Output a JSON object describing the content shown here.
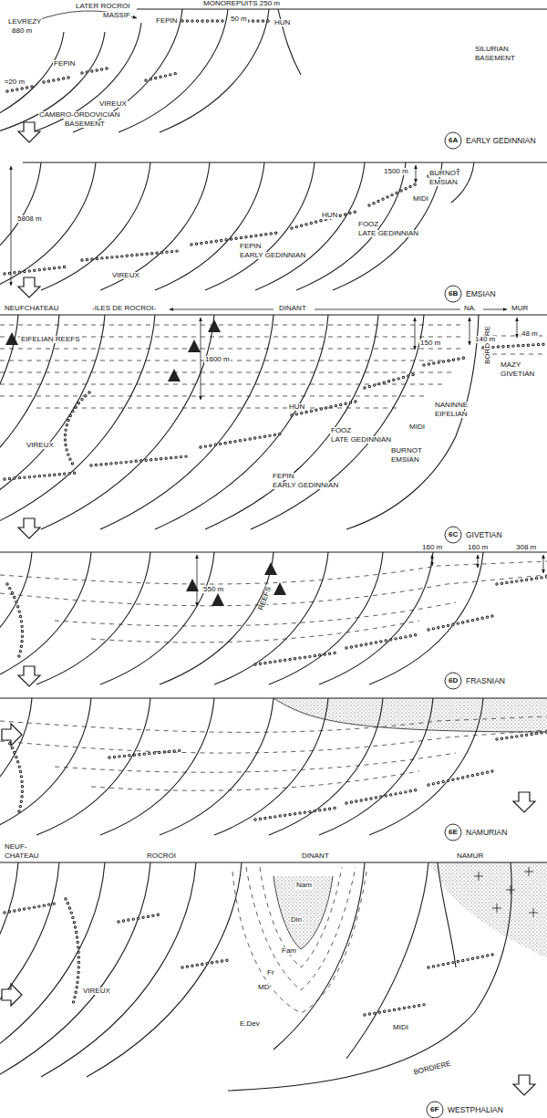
{
  "diagram": {
    "labels": [
      "LEVREZY",
      "880 m",
      "LATER ROCROI",
      "MASSIF",
      "MONOREPUITS 250 m",
      "FEPIN",
      "50 m",
      "HUN",
      "SILURIAN",
      "BASEMENT",
      "FEPIN",
      "≈20 m",
      "VIREUX",
      "CAMBRO-ORDOVICIAN",
      "BASEMENT",
      "6A",
      "EARLY GEDINNIAN",
      "5808 m",
      "1500 m",
      "BURNOT",
      "EMSIAN",
      "MIDI",
      "HUN",
      "FOOZ",
      "LATE GEDINNIAN",
      "FEPIN",
      "EARLY GEDINNIAN",
      "VIREUX",
      "6B",
      "EMSIAN",
      "NEUFCHATEAU",
      "-ILES DE ROCROI-",
      "DINANT",
      "NA.",
      "MUR",
      "BORDIERE",
      "EIFELIAN REEFS",
      "1600 m",
      "150 m",
      "140 m",
      "48 m",
      "MAZY",
      "GIVETIAN",
      "NANINNE",
      "EIFELIAN",
      "MIDI",
      "HUN",
      "FOOZ",
      "LATE GEDINNIAN",
      "BURNOT",
      "EMSIAN",
      "FEPIN",
      "EARLY GEDINNIAN",
      "VIREUX",
      "6C",
      "GIVETIAN",
      "550 m",
      "REEFS",
      "160 m",
      "160 m",
      "308 m",
      "6D",
      "FRASNIAN",
      "6E",
      "NAMURIAN",
      "NEUF-",
      "CHATEAU",
      "ROCROI",
      "DINANT",
      "NAMUR",
      "Nam",
      "Din",
      "Fam",
      "Fr",
      "MD",
      "E.Dev",
      "VIREUX",
      "MIDI",
      "BORDIERE",
      "6F",
      "WESTPHALIAN"
    ]
  }
}
